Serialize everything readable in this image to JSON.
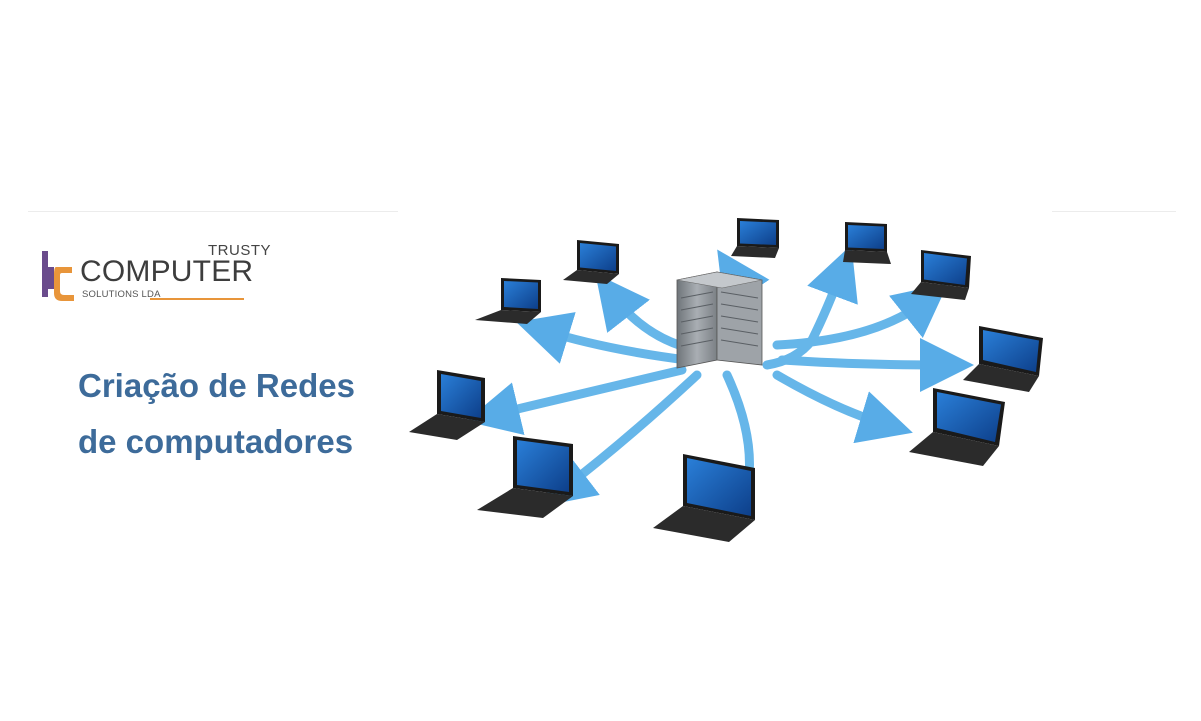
{
  "logo": {
    "trusty": "TRUSTY",
    "computer": "COMPUTER",
    "subtitle": "SOLUTIONS LDA",
    "colors": {
      "purple": "#6a4b8c",
      "orange": "#e8953a",
      "text": "#3d3d3d"
    }
  },
  "headline": {
    "line1": "Criação de Redes",
    "line2": "de computadores",
    "color": "#3d6b9a"
  },
  "illustration": {
    "icon": "network-servers-laptops-icon",
    "colors": {
      "arrow": "#5ab0e8",
      "arrow_dark": "#2f8fd4",
      "server": "#8c9196",
      "screen": "#1a5fb4"
    }
  }
}
